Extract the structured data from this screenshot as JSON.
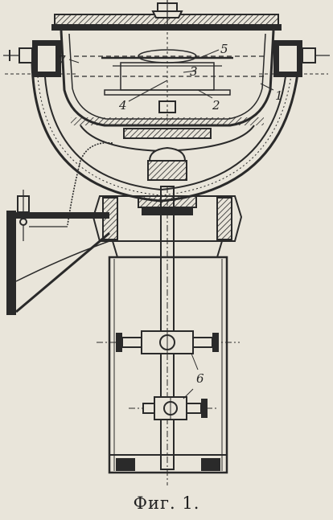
{
  "figure": {
    "caption": "Фиг. 1.",
    "labels": {
      "l1": "1",
      "l2": "2",
      "l3": "3",
      "l4": "4",
      "l5": "5",
      "l6": "6",
      "l7": "7"
    },
    "colors": {
      "paper": "#e9e5da",
      "ink": "#2a2a2a"
    }
  }
}
